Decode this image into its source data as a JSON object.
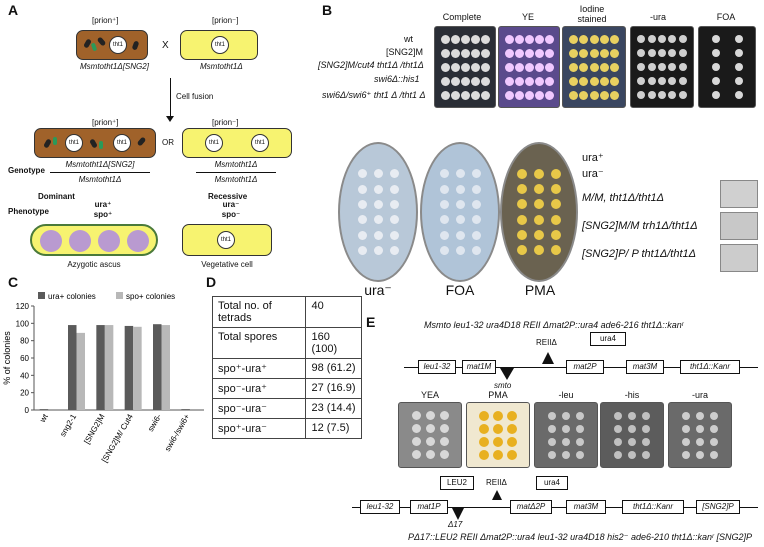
{
  "panels": {
    "a": "A",
    "b": "B",
    "c": "C",
    "d": "D",
    "e": "E"
  },
  "panel_a": {
    "prion_plus": "[prion⁺]",
    "prion_minus": "[prion⁻]",
    "strain_left": "Msmtotht1Δ[SNG2]",
    "strain_right": "Msmtotht1Δ",
    "cross": "X",
    "fusion": "Cell fusion",
    "or": "OR",
    "genotype_label": "Genotype",
    "phenotype_label": "Phenotype",
    "geno_left_top": "Msmtotht1Δ[SNG2]",
    "geno_left_bottom": "Msmtotht1Δ",
    "geno_right_top": "Msmtotht1Δ",
    "geno_right_bottom": "Msmtotht1Δ",
    "dominant": "Dominant",
    "recessive": "Recessive",
    "pheno_left_1": "ura⁺",
    "pheno_left_2": "spo⁺",
    "pheno_right_1": "ura⁻",
    "pheno_right_2": "spo⁻",
    "ascus": "Azygotic ascus",
    "veg": "Vegetative cell",
    "tht1": "tht1"
  },
  "panel_b": {
    "col_labels": [
      "Complete",
      "YE",
      "Iodine\nstained",
      "-ura",
      "FOA"
    ],
    "row_labels": [
      "wt",
      "[SNG2]M",
      "[SNG2]M/cut4 tht1Δ /tht1Δ",
      "swi6Δ::his1",
      "swi6Δ/swi6⁺ tht1 Δ /tht1 Δ"
    ],
    "plate_right_labels": [
      "ura⁺",
      "ura⁻",
      "M/M, tht1Δ/tht1Δ",
      "[SNG2]M/M trh1Δ/tht1Δ",
      "[SNG2]P/ P tht1Δ/tht1Δ"
    ],
    "plate_bottom_labels": [
      "ura⁻",
      "FOA",
      "PMA"
    ]
  },
  "chart_data": {
    "type": "bar",
    "categories": [
      "wt",
      "sng2-1",
      "[SNG2]M",
      "[SNG2]M/ Cut4",
      "swi6-",
      "swi6-/swi6+"
    ],
    "series": [
      {
        "name": "ura+ colonies",
        "values": [
          1,
          98,
          98,
          97,
          99,
          1
        ],
        "color": "#5a5a5a"
      },
      {
        "name": "spo+ colonies",
        "values": [
          0,
          89,
          98,
          96,
          98,
          0
        ],
        "color": "#b8b8b8"
      }
    ],
    "ylabel": "% of colonies",
    "ylim": [
      0,
      120
    ],
    "yticks": [
      0,
      20,
      40,
      60,
      80,
      100,
      120
    ],
    "legend": "top"
  },
  "panel_d": {
    "rows": [
      {
        "label": "Total no. of tetrads",
        "value": "40"
      },
      {
        "label": "Total spores",
        "value": "160 (100)"
      },
      {
        "label": "spo⁺-ura⁺",
        "value": "98 (61.2)"
      },
      {
        "label": "spo⁻-ura⁺",
        "value": "27 (16.9)"
      },
      {
        "label": "spo⁻-ura⁻",
        "value": "23 (14.4)"
      },
      {
        "label": "spo⁺-ura⁻",
        "value": "12 (7.5)"
      }
    ]
  },
  "panel_e": {
    "genotype_top": "Msmto leu1-32 ura4D18 REII Δmat2P::ura4 ade6-216 tht1Δ::kanʳ",
    "top_genes": [
      "leu1-32",
      "mat1M",
      "mat2P",
      "mat3M",
      "tht1Δ::Kanr"
    ],
    "top_insert": "ura4",
    "top_reii": "REIIΔ",
    "top_smto": "smto",
    "plate_labels": [
      "YEA",
      "PMA",
      "-leu",
      "-his",
      "-ura"
    ],
    "bottom_genes": [
      "leu1-32",
      "mat1P",
      "matΔ2P",
      "mat3M",
      "tht1Δ::Kanr",
      "[SNG2]P"
    ],
    "bottom_insert_left": "LEU2",
    "bottom_insert_right": "ura4",
    "bottom_reii": "REIIΔ",
    "bottom_delta": "Δ17",
    "genotype_bottom": "PΔ17::LEU2 REII Δmat2P::ura4 leu1-32 ura4D18 his2⁻ ade6-210 tht1Δ::kanʳ [SNG2]P"
  },
  "colors": {
    "brown_cell": "#a0622a",
    "yellow_cell": "#f7f370",
    "ascus_spore": "#b99ad0",
    "plate_dark": "#2c3340"
  }
}
